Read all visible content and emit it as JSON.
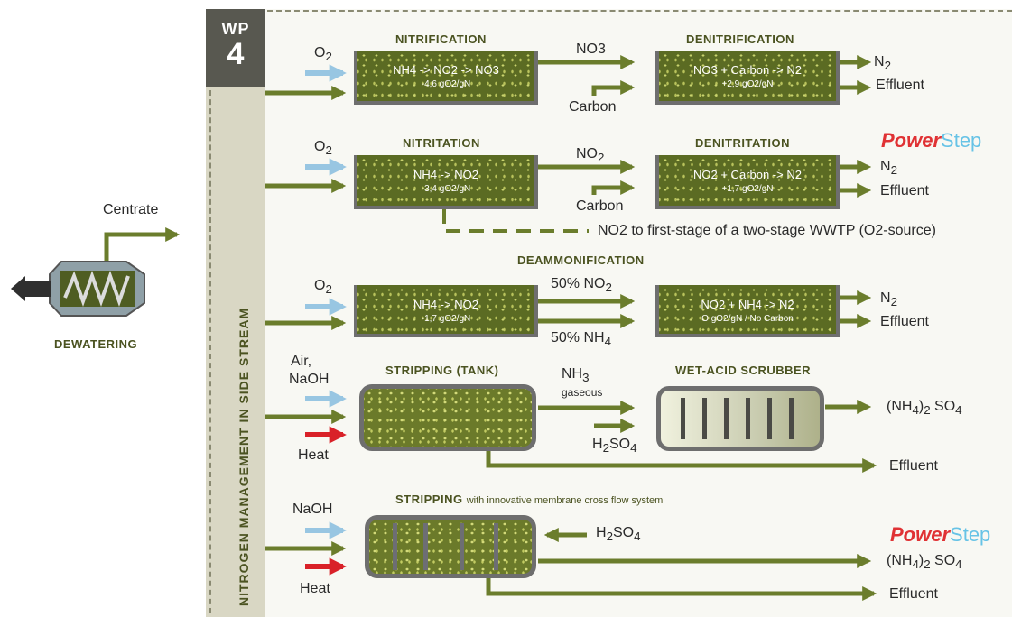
{
  "wp": {
    "label": "WP",
    "number": "4"
  },
  "side_label": "NITROGEN MANAGEMENT IN SIDE STREAM",
  "dewatering": {
    "label": "DEWATERING",
    "centrate": "Centrate"
  },
  "logo": {
    "power": "Power",
    "step": "Step"
  },
  "row1": {
    "o2": "O",
    "title1": "NITRIFICATION",
    "eq1": "NH4 -> NO2 -> NO3",
    "sub1": "-4,6 gO2/gN",
    "mid": "NO3",
    "carbon": "Carbon",
    "title2": "DENITRIFICATION",
    "eq2": "NO3 + Carbon -> N2",
    "sub2": "+2,9 gO2/gN",
    "out1": "N",
    "out2": "Effluent"
  },
  "row2": {
    "o2": "O",
    "title1": "NITRITATION",
    "eq1": "NH4 -> NO2",
    "sub1": "-3,4 gO2/gN",
    "mid": "NO",
    "carbon": "Carbon",
    "title2": "DENITRITATION",
    "eq2": "NO2 + Carbon -> N2",
    "sub2": "+1,7 gO2/gN",
    "out1": "N",
    "out2": "Effluent",
    "dashed": "NO2 to first-stage of a two-stage WWTP (O2-source)"
  },
  "row3": {
    "o2": "O",
    "title": "DEAMMONIFICATION",
    "eq1": "NH4 -> NO2",
    "sub1": "-1,7 gO2/gN",
    "mid1": "50% NO",
    "mid2": "50% NH",
    "eq2": "NO2 + NH4 -> N2",
    "sub2": "O gO2/gN / No Carbon",
    "out1": "N",
    "out2": "Effluent"
  },
  "row4": {
    "air": "Air,",
    "naoh": "NaOH",
    "heat": "Heat",
    "title1": "STRIPPING (TANK)",
    "nh3": "NH",
    "gaseous": "gaseous",
    "h2so4": "H",
    "title2": "WET-ACID SCRUBBER",
    "out1": "(NH",
    "out2": "Effluent"
  },
  "row5": {
    "naoh": "NaOH",
    "heat": "Heat",
    "title_bold": "STRIPPING",
    "title_rest": "with innovative membrane cross flow system",
    "h2so4": "H",
    "out1": "(NH",
    "out2": "Effluent"
  },
  "colors": {
    "arrow": "#6b7d2c",
    "o2_arrow": "#98c6e2",
    "heat_arrow": "#d92128",
    "label": "#4b5321"
  }
}
